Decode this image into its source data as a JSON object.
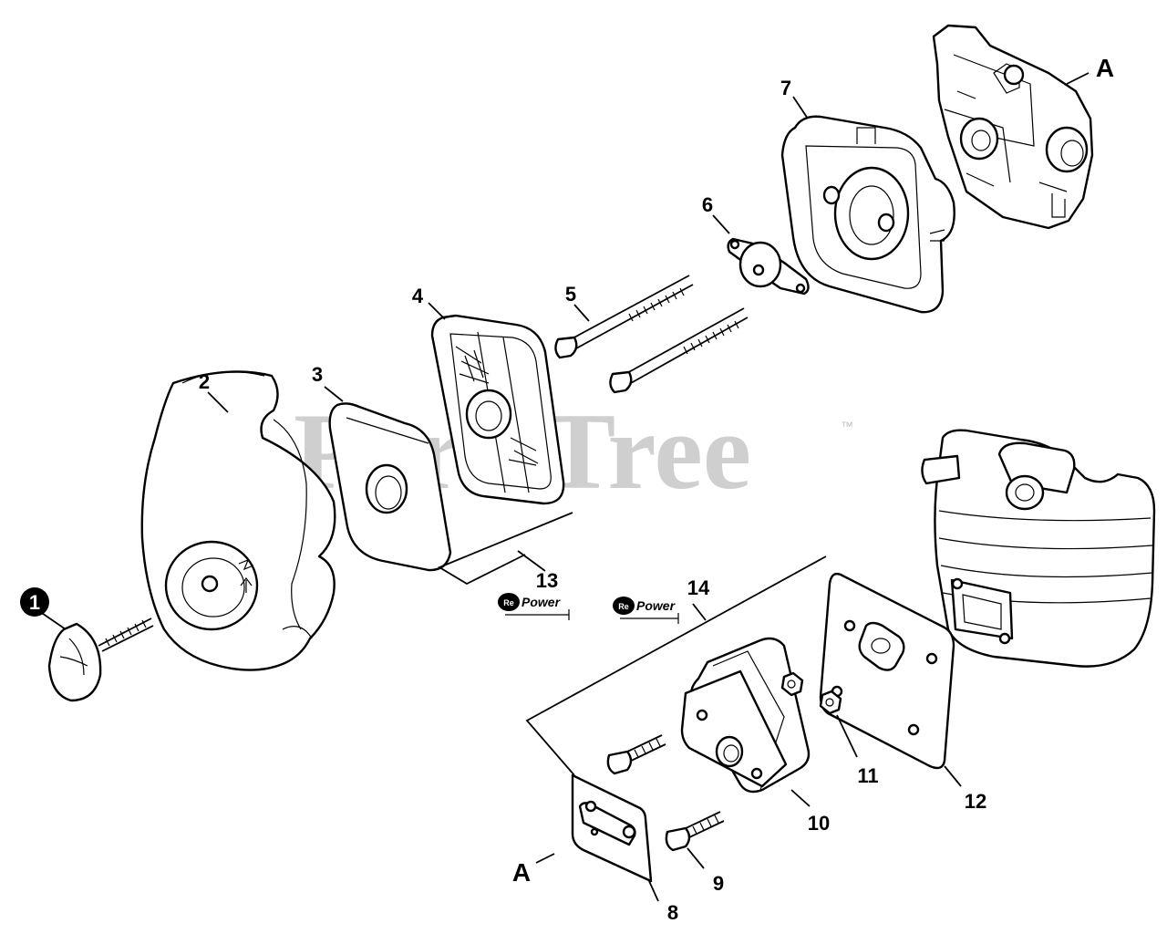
{
  "watermark": {
    "text": "PartsTree",
    "trademark": "™"
  },
  "callouts": [
    {
      "id": "1",
      "label": "1",
      "filled": true
    },
    {
      "id": "2",
      "label": "2"
    },
    {
      "id": "3",
      "label": "3"
    },
    {
      "id": "4",
      "label": "4"
    },
    {
      "id": "5",
      "label": "5"
    },
    {
      "id": "6",
      "label": "6"
    },
    {
      "id": "7",
      "label": "7"
    },
    {
      "id": "8",
      "label": "8"
    },
    {
      "id": "9",
      "label": "9"
    },
    {
      "id": "10",
      "label": "10"
    },
    {
      "id": "11",
      "label": "11"
    },
    {
      "id": "12",
      "label": "12"
    },
    {
      "id": "13",
      "label": "13"
    },
    {
      "id": "14",
      "label": "14"
    }
  ],
  "references": [
    {
      "id": "A-top",
      "label": "A"
    },
    {
      "id": "A-bottom",
      "label": "A"
    }
  ],
  "kit_badges": [
    {
      "id": "13",
      "prefix": "Re",
      "text": "Power"
    },
    {
      "id": "14",
      "prefix": "Re",
      "text": "Power"
    }
  ]
}
